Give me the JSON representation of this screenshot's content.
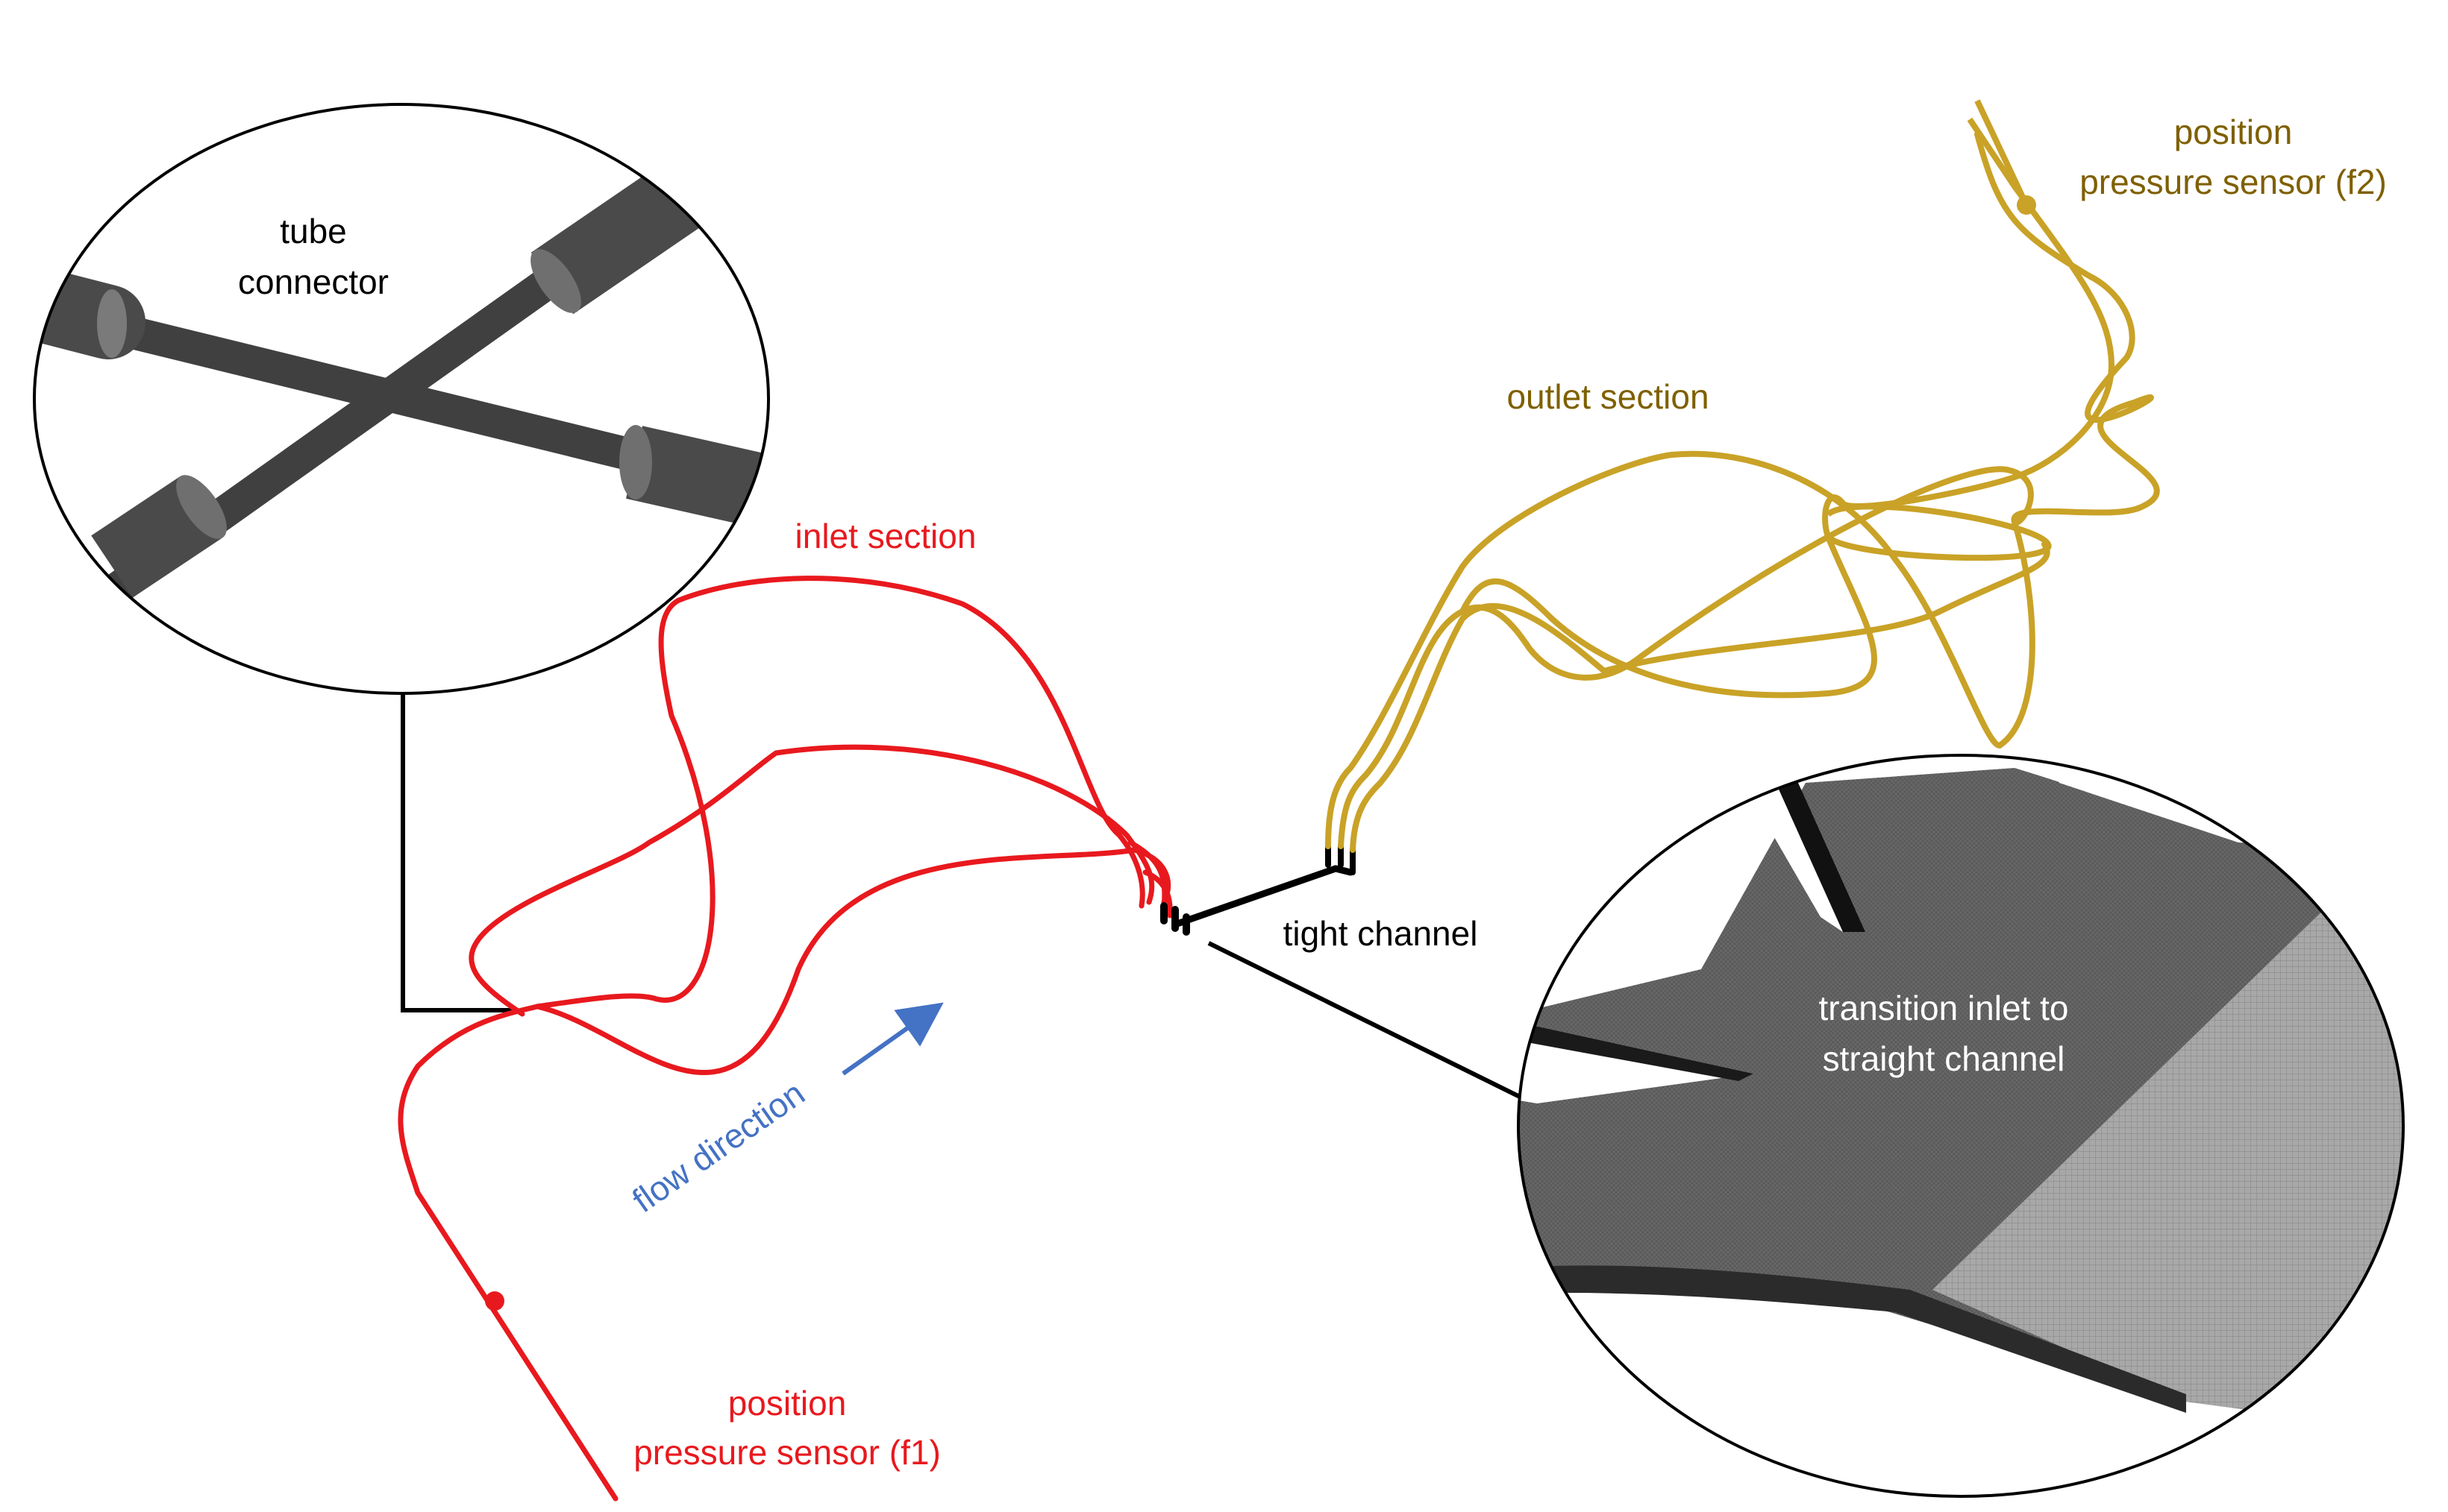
{
  "labels": {
    "tube_connector_l1": "tube",
    "tube_connector_l2": "connector",
    "inlet_section": "inlet section",
    "outlet_section": "outlet section",
    "tight_channel": "tight channel",
    "flow_direction": "flow direction",
    "transition_l1": "transition inlet to",
    "transition_l2": "straight channel",
    "sensor_f1_l1": "position",
    "sensor_f1_l2": "pressure sensor (f1)",
    "sensor_f2_l1": "position",
    "sensor_f2_l2": "pressure sensor (f2)"
  },
  "colors": {
    "inlet": "#e8191e",
    "outlet": "#c9a227",
    "outlet_text": "#7f6000",
    "flow": "#4472c4",
    "mesh_dark": "#595959",
    "mesh_light": "#a6a6a6",
    "leader": "#000000"
  }
}
